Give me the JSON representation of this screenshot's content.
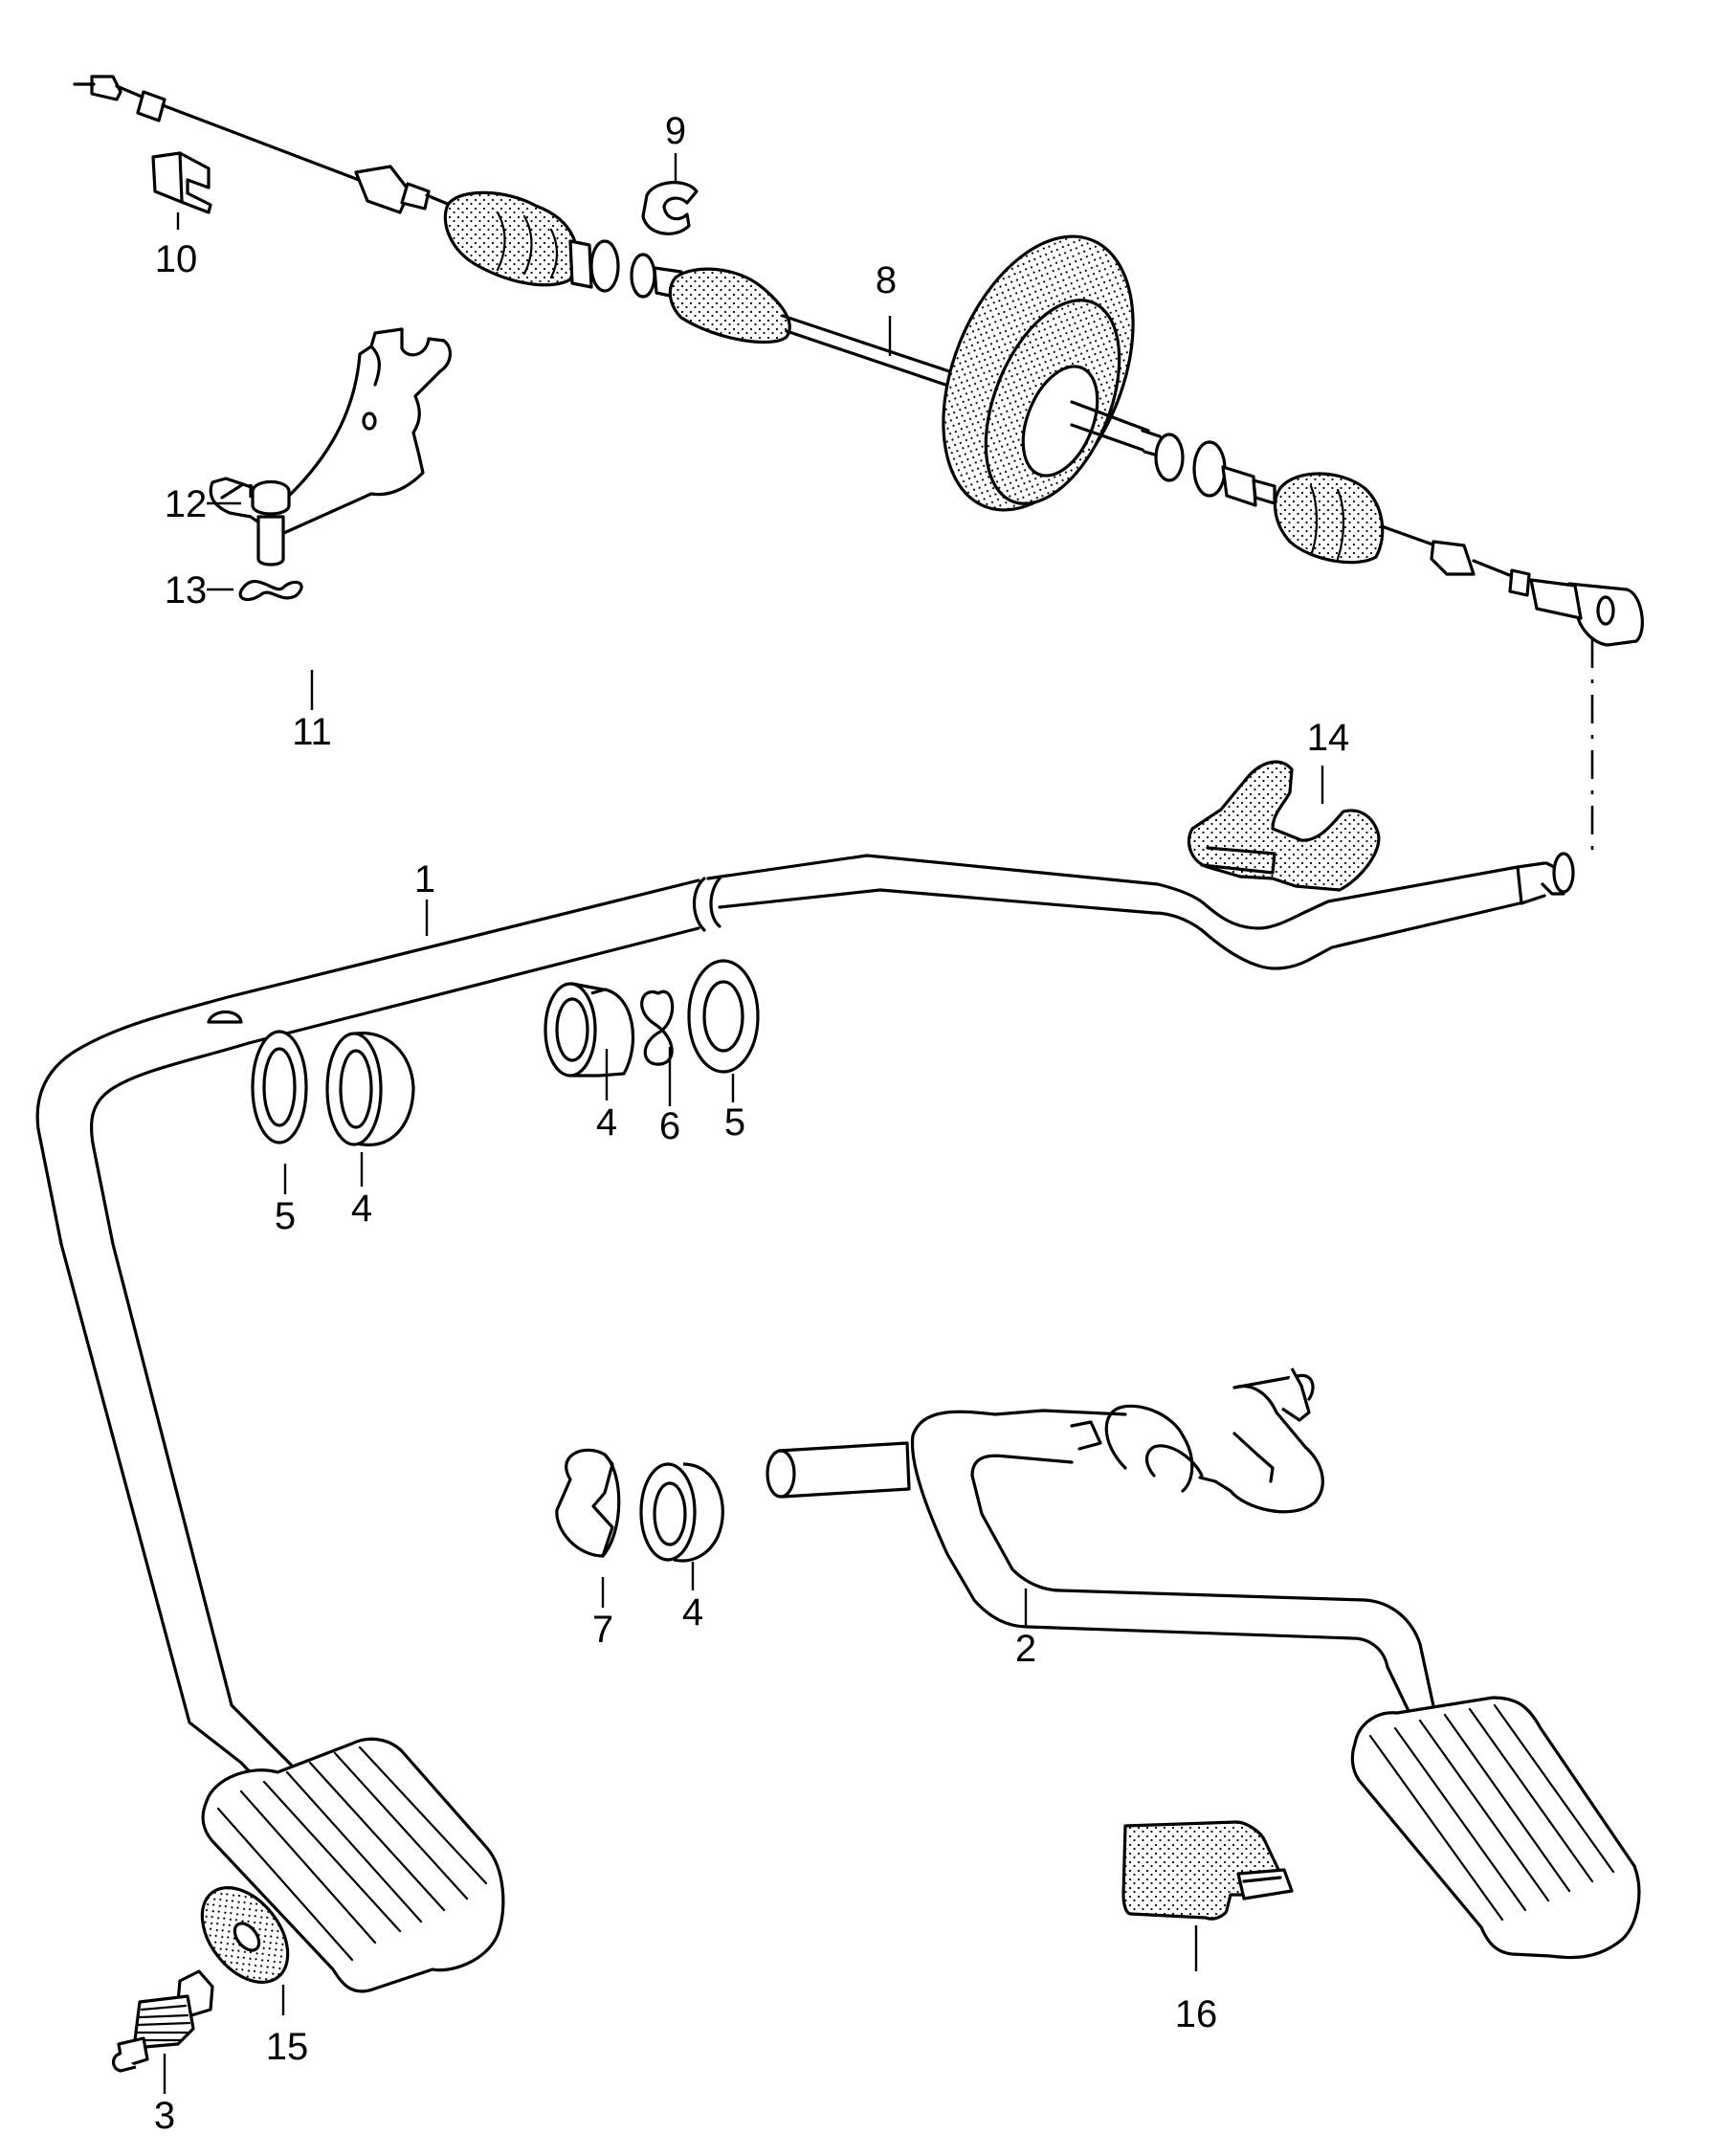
{
  "callouts": [
    {
      "id": "1",
      "label": "1"
    },
    {
      "id": "2",
      "label": "2"
    },
    {
      "id": "3",
      "label": "3"
    },
    {
      "id": "4a",
      "label": "4"
    },
    {
      "id": "4b",
      "label": "4"
    },
    {
      "id": "4c",
      "label": "4"
    },
    {
      "id": "5a",
      "label": "5"
    },
    {
      "id": "5b",
      "label": "5"
    },
    {
      "id": "6",
      "label": "6"
    },
    {
      "id": "7",
      "label": "7"
    },
    {
      "id": "8",
      "label": "8"
    },
    {
      "id": "9",
      "label": "9"
    },
    {
      "id": "10",
      "label": "10"
    },
    {
      "id": "11",
      "label": "11"
    },
    {
      "id": "12",
      "label": "12"
    },
    {
      "id": "13",
      "label": "13"
    },
    {
      "id": "14",
      "label": "14"
    },
    {
      "id": "15",
      "label": "15"
    },
    {
      "id": "16",
      "label": "16"
    }
  ]
}
